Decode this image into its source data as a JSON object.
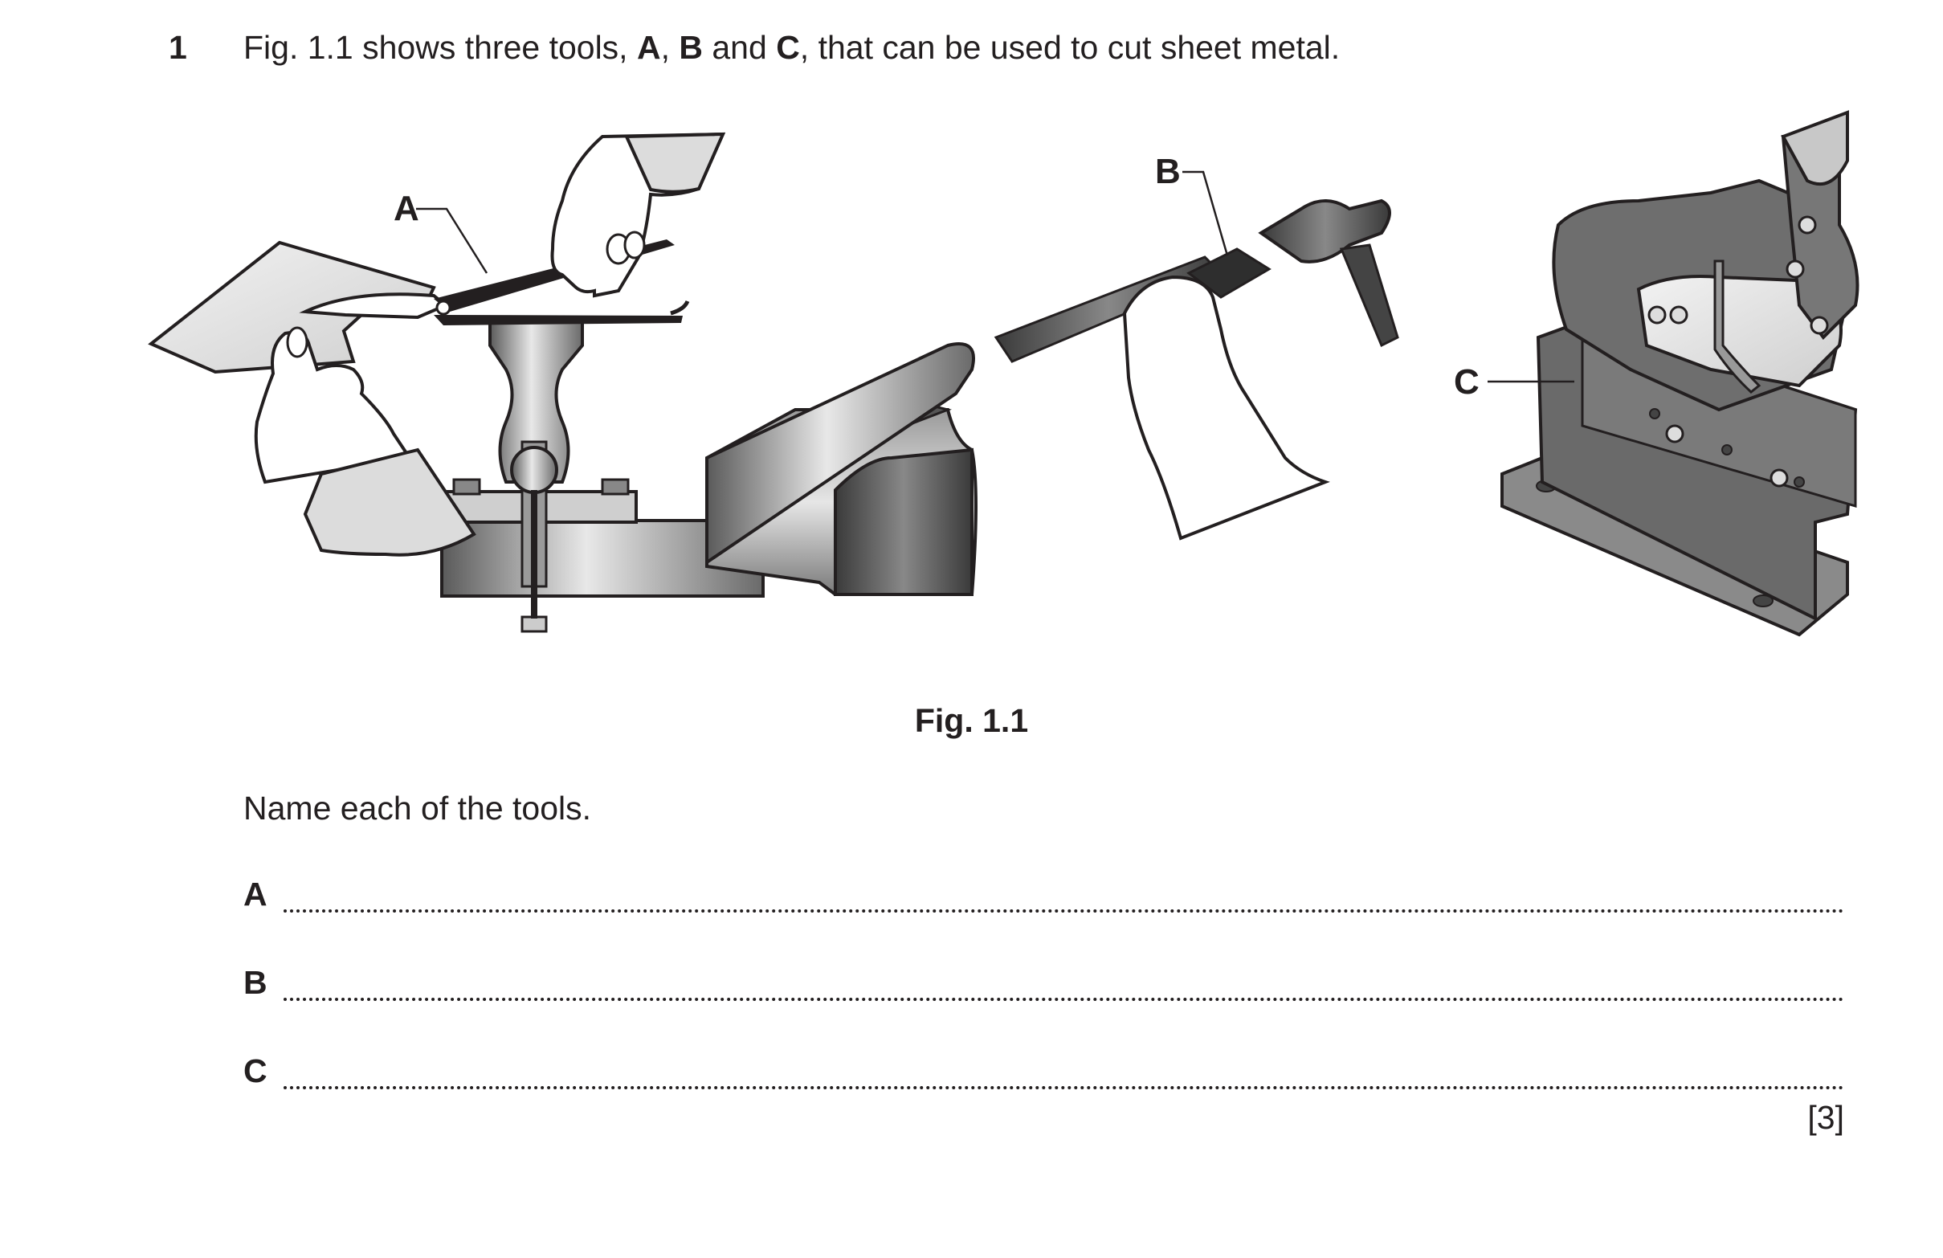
{
  "question": {
    "number": "1",
    "stem_parts": [
      "Fig. 1.1 shows three tools, ",
      "A",
      ", ",
      "B",
      " and ",
      "C",
      ", that can be used to cut sheet metal."
    ]
  },
  "figure": {
    "caption": "Fig. 1.1",
    "labels": {
      "a": "A",
      "b": "B",
      "c": "C"
    }
  },
  "instruction": "Name each of the tools.",
  "answers": [
    {
      "letter": "A"
    },
    {
      "letter": "B"
    },
    {
      "letter": "C"
    }
  ],
  "marks": "[3]"
}
